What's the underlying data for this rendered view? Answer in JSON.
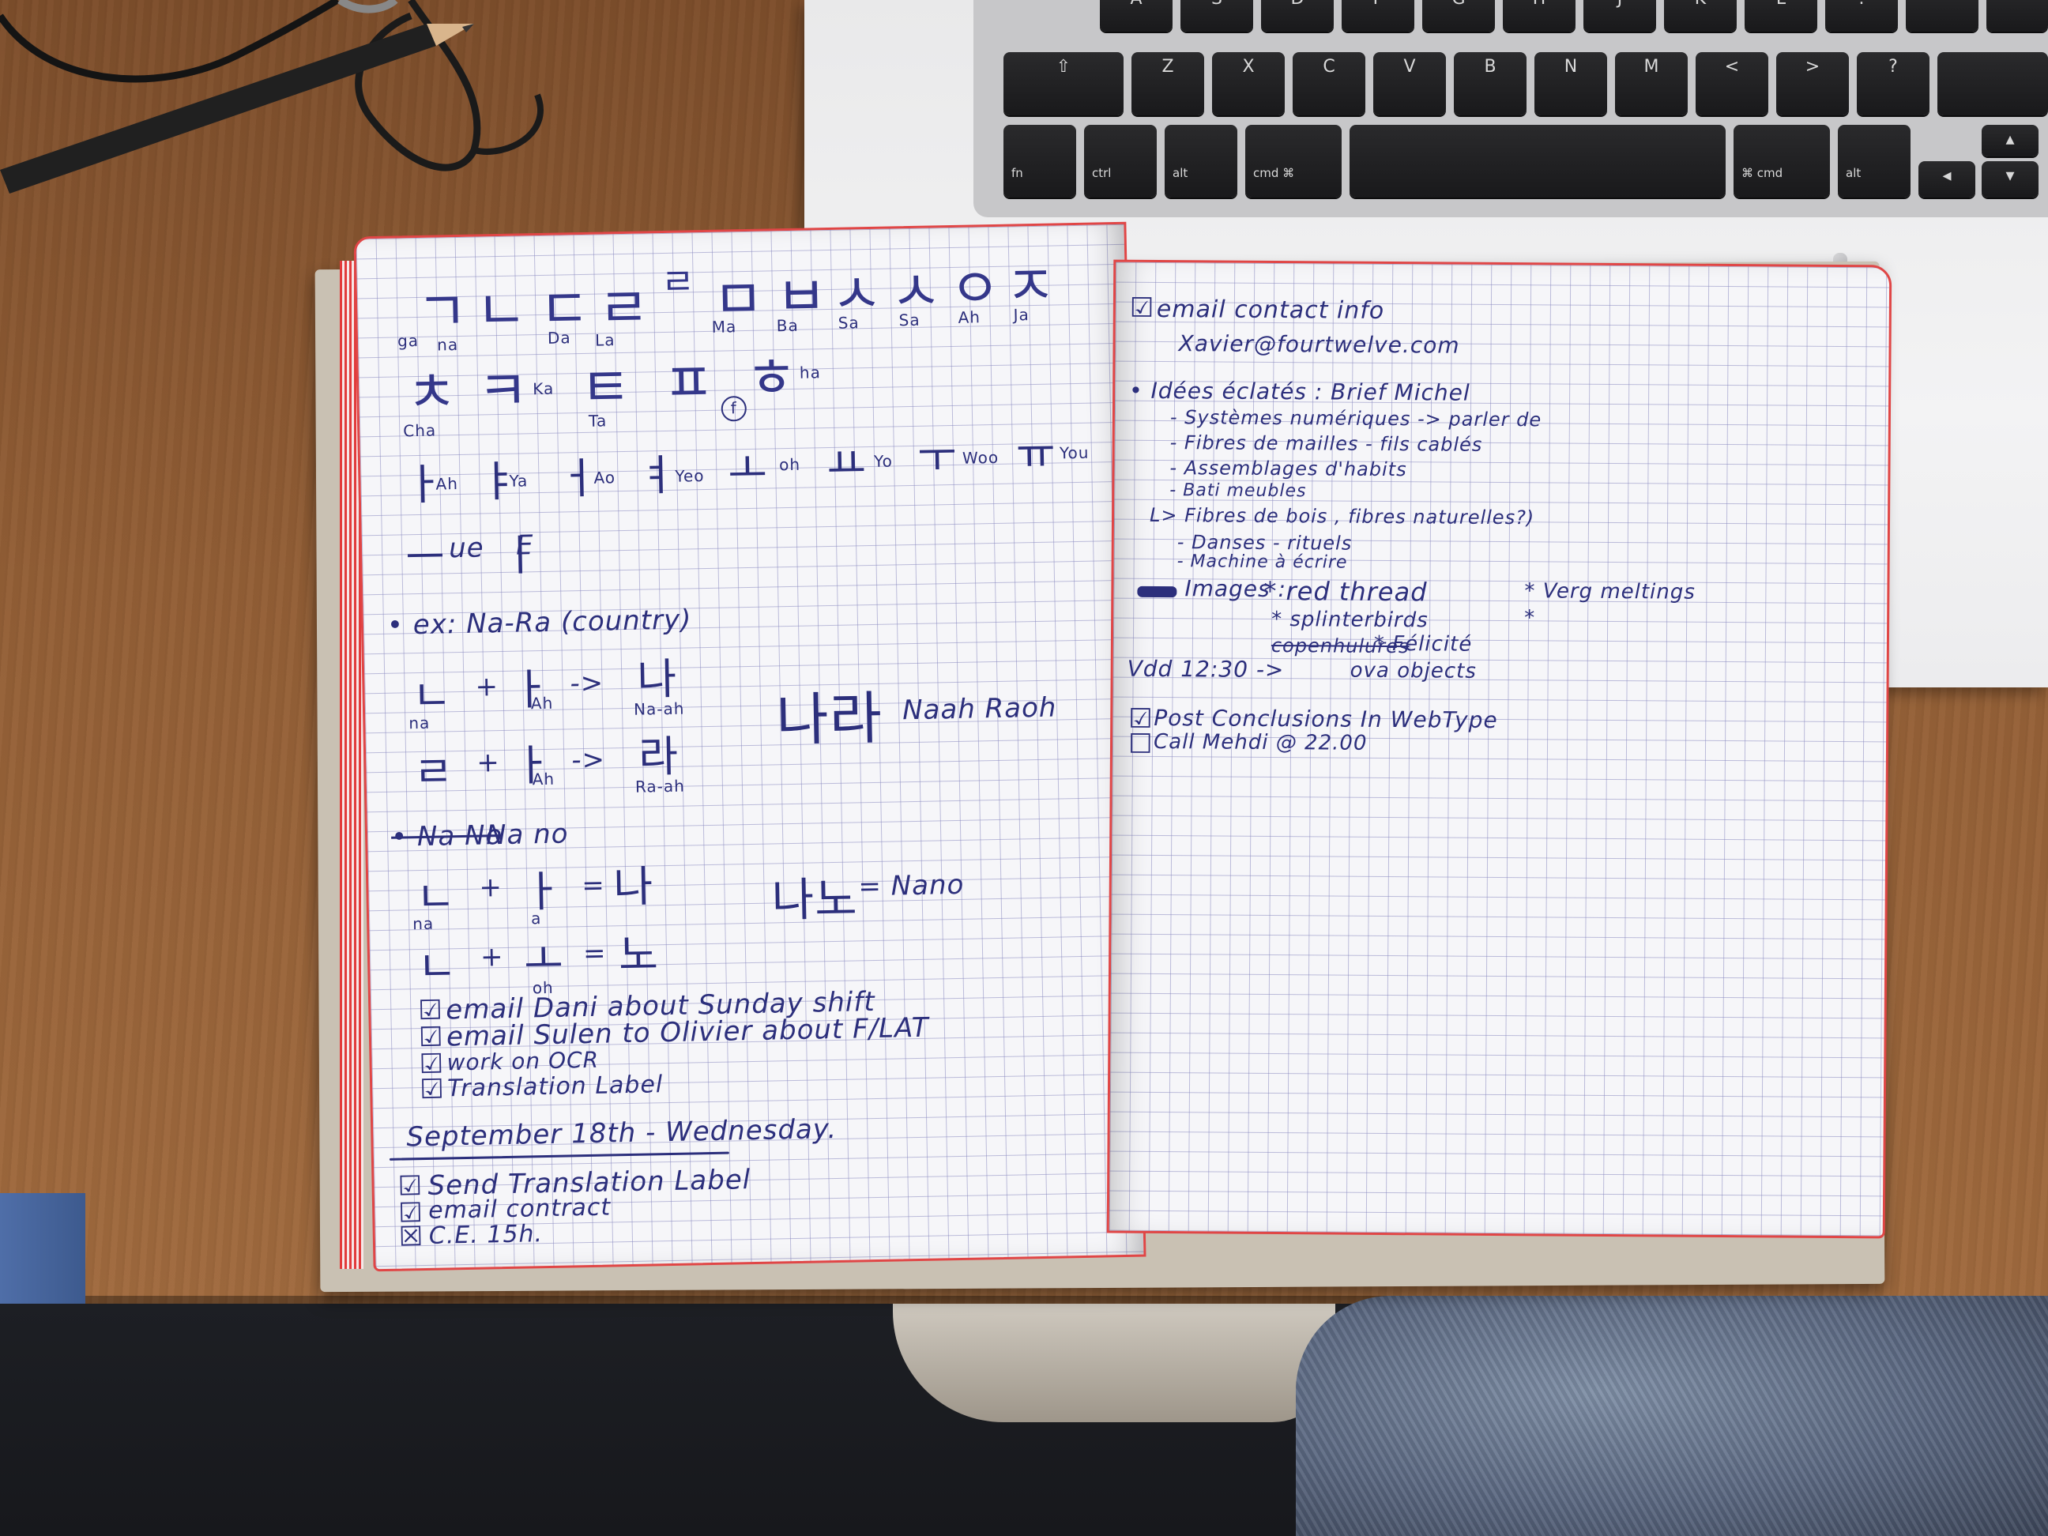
{
  "keyboard": {
    "row_top": [
      "A",
      "S",
      "D",
      "F",
      "G",
      "H",
      "J",
      "K",
      "L",
      ":",
      "\""
    ],
    "row_mid": [
      "Z",
      "X",
      "C",
      "V",
      "B",
      "N",
      "M",
      "<",
      ">",
      "?"
    ],
    "row_mid_left": "⇧",
    "row_bottom": {
      "fn": "fn",
      "ctrl": "ctrl",
      "alt": "alt",
      "cmd_left": "cmd ⌘",
      "cmd_right": "⌘ cmd",
      "alt_right": "alt",
      "arrow_left": "◂",
      "arrow_up": "▴",
      "arrow_down": "▾"
    }
  },
  "left_page": {
    "consonants": [
      {
        "glyph": "ㄱ",
        "roman": "ga"
      },
      {
        "glyph": "ㄴ",
        "roman": "na"
      },
      {
        "glyph": "ㄷ",
        "roman": "Da"
      },
      {
        "glyph": "ㄹ",
        "roman": "La"
      },
      {
        "glyph": "ㄹ",
        "roman": ""
      },
      {
        "glyph": "ㅁ",
        "roman": "Ma"
      },
      {
        "glyph": "ㅂ",
        "roman": "Ba"
      },
      {
        "glyph": "ㅅ",
        "roman": "Sa"
      },
      {
        "glyph": "ㅅ",
        "roman": "Sa"
      },
      {
        "glyph": "ㅇ",
        "roman": "Ah"
      },
      {
        "glyph": "ㅈ",
        "roman": "Ja"
      }
    ],
    "consonants_row2": [
      {
        "glyph": "ㅊ",
        "roman": "Cha"
      },
      {
        "glyph": "ㅋ",
        "roman": "Ka"
      },
      {
        "glyph": "ㅌ",
        "roman": "Ta"
      },
      {
        "glyph": "ㅍ",
        "roman": ""
      },
      {
        "glyph": "ㅎ",
        "roman": "ha"
      }
    ],
    "circled_note": "f",
    "vowels": [
      {
        "glyph": "ㅏ",
        "roman": "Ah"
      },
      {
        "glyph": "ㅑ",
        "roman": "Ya"
      },
      {
        "glyph": "ㅓ",
        "roman": "Ao"
      },
      {
        "glyph": "ㅕ",
        "roman": "Yeo"
      },
      {
        "glyph": "ㅗ",
        "roman": "oh"
      },
      {
        "glyph": "ㅛ",
        "roman": "Yo"
      },
      {
        "glyph": "ㅜ",
        "roman": "Woo"
      },
      {
        "glyph": "ㅠ",
        "roman": "You"
      }
    ],
    "vowels_row2": [
      {
        "glyph": "ㅡ",
        "roman": "ue"
      },
      {
        "glyph": "ㅣ",
        "roman": "E"
      }
    ],
    "example_heading": "• ex: Na-Ra (country)",
    "ex_line1": {
      "a": "ㄴ",
      "a_roman": "na",
      "op": "+",
      "b": "ㅏ",
      "b_roman": "Ah",
      "arrow": "->",
      "result": "나",
      "result_roman": "Na-ah"
    },
    "ex_line2": {
      "a": "ㄹ",
      "op": "+",
      "b": "ㅏ",
      "b_roman": "Ah",
      "arrow": "->",
      "result": "라",
      "result_roman": "Ra-ah"
    },
    "ex_word": "나라",
    "ex_word_roman": "Naah Raoh",
    "nano_heading_struck": "• Na No",
    "nano_heading": "Na no",
    "nano_line1": {
      "a": "ㄴ",
      "a_roman": "na",
      "op": "+",
      "b": "ㅏ",
      "b_roman": "a",
      "eq": "=",
      "result": "나"
    },
    "nano_line2": {
      "a": "ㄴ",
      "op": "+",
      "b": "ㅗ",
      "b_roman": "oh",
      "eq": "=",
      "result": "노"
    },
    "nano_word": "나노",
    "nano_word_roman": "= Nano",
    "todos": [
      "email Dani about Sunday shift",
      "email Sulen to Olivier about F/LAT",
      "work on OCR",
      "Translation Label"
    ],
    "date_heading": "September 18th - Wednesday.",
    "todos2": [
      "Send Translation Label",
      "email contract",
      "C.E. 15h."
    ]
  },
  "right_page": {
    "item1": "email contact info",
    "item1_sub": "Xavier@fourtwelve.com",
    "ideas_heading": "• Idées éclatés : Brief Michel",
    "ideas": [
      "- Systèmes numériques -> parler de",
      "- Fibres de mailles - fils cablés",
      "- Assemblages d'habits",
      "- Bati meubles",
      "L> Fibres de bois , fibres naturelles?)",
      "- Danses - rituels",
      "- Machine à écrire"
    ],
    "images_label": "Images :",
    "images_list": [
      "* red thread",
      "* splinterbirds",
      "* Félicité",
      "ova objects"
    ],
    "images_struck": "copenhulures",
    "verge_note": "* Verg  meltings",
    "verge_star": "*",
    "vdd": "Vdd 12:30 ->",
    "todos": [
      "Post Conclusions In WebType",
      "Call Mehdi @ 22.00"
    ]
  }
}
